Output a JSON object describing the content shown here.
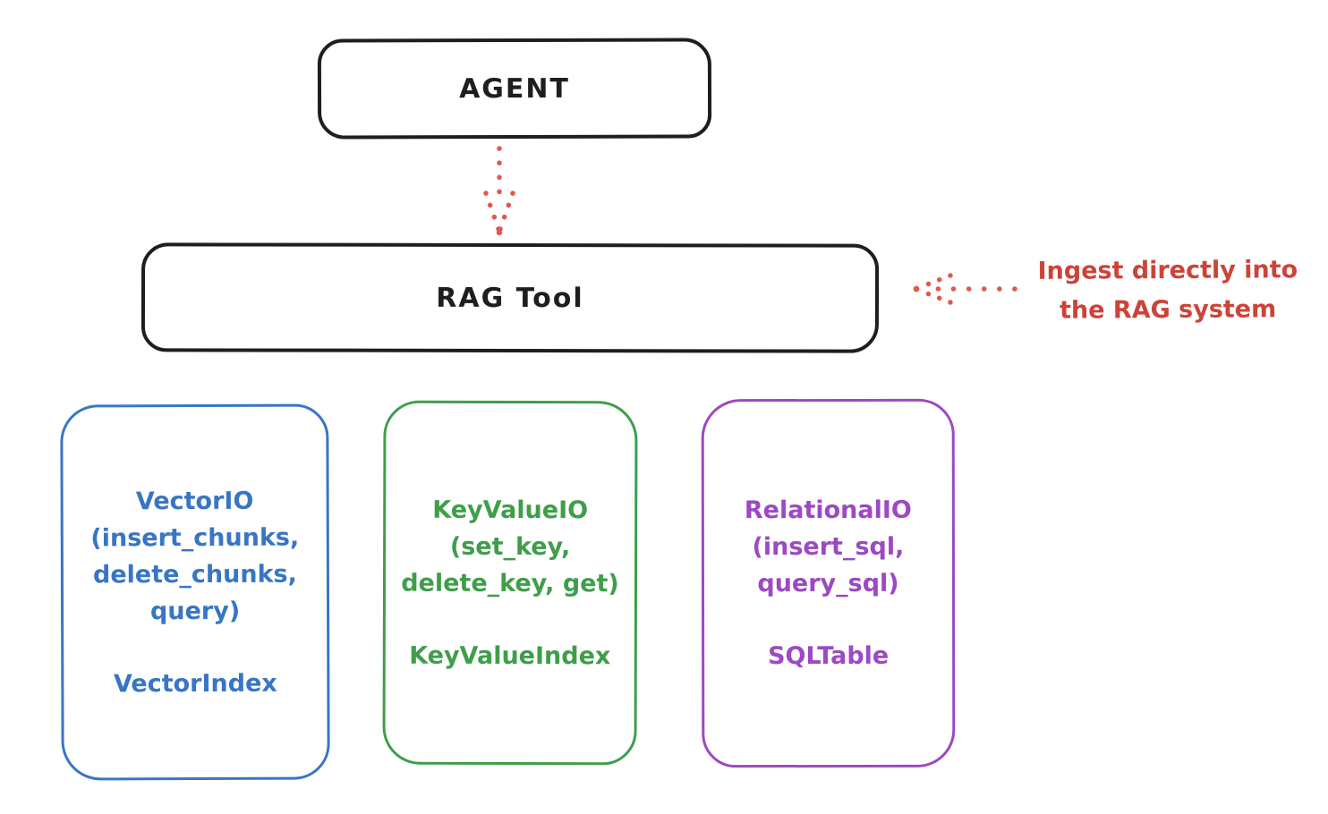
{
  "diagram": {
    "agent": {
      "label": "AGENT"
    },
    "rag_tool": {
      "label": "RAG Tool"
    },
    "annotation": {
      "line1": "Ingest directly into",
      "line2": "the RAG system"
    },
    "arrows": {
      "agent_to_rag_tool": "red-dotted-arrow-down",
      "ingest": "red-dotted-arrow-left-pointing-at-rag-tool"
    },
    "backends": {
      "vector": {
        "name": "VectorIO",
        "ops_line1": "(insert_chunks,",
        "ops_line2": "delete_chunks,",
        "ops_line3": "query)",
        "index": "VectorIndex",
        "color": "#3876c5"
      },
      "keyvalue": {
        "name": "KeyValueIO",
        "ops_line1": "(set_key,",
        "ops_line2": "delete_key, get)",
        "index": "KeyValueIndex",
        "color": "#3f9e4a"
      },
      "relational": {
        "name": "RelationalIO",
        "ops_line1": "(insert_sql,",
        "ops_line2": "query_sql)",
        "index": "SQLTable",
        "color": "#9c49c3"
      }
    },
    "colors": {
      "outline": "#1e1e1e",
      "red_text": "#cd4338",
      "red_arrow": "#e05850",
      "blue": "#3876c5",
      "green": "#3f9e4a",
      "purple": "#9c49c3",
      "background": "#ffffff"
    }
  }
}
